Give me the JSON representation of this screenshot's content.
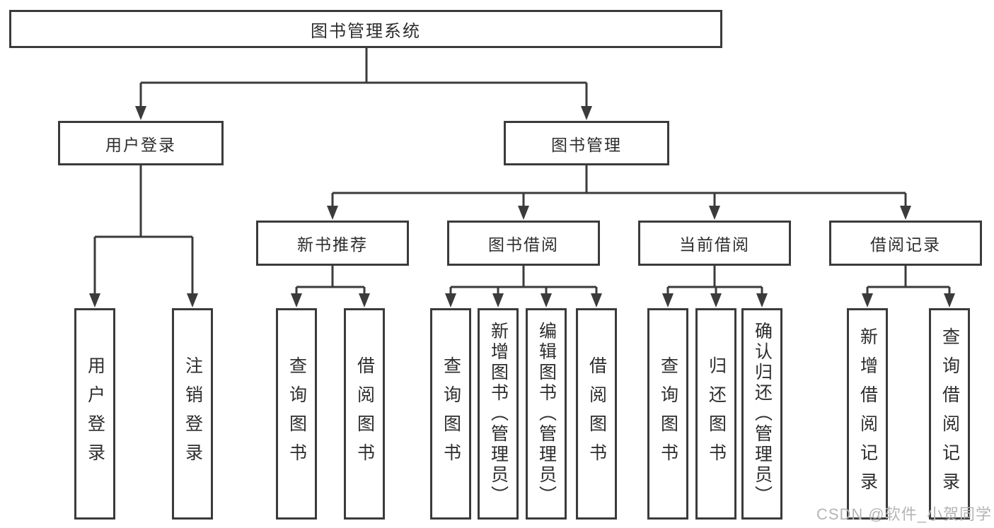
{
  "diagram": {
    "type": "tree",
    "watermark": "CSDN @软件_小贺同学",
    "colors": {
      "line": "#3b3b3b",
      "box_border": "#3b3b3b",
      "box_fill": "#ffffff",
      "text": "#2d2d2d",
      "background": "#ffffff",
      "watermark": "#b5b5b5"
    },
    "tree": {
      "label": "图书管理系统",
      "children": [
        {
          "label": "用户登录",
          "children": [
            {
              "label": "用户登录"
            },
            {
              "label": "注销登录"
            }
          ]
        },
        {
          "label": "图书管理",
          "children": [
            {
              "label": "新书推荐",
              "children": [
                {
                  "label": "查询图书"
                },
                {
                  "label": "借阅图书"
                }
              ]
            },
            {
              "label": "图书借阅",
              "children": [
                {
                  "label": "查询图书"
                },
                {
                  "label": "新增图书（管理员）"
                },
                {
                  "label": "编辑图书（管理员）"
                },
                {
                  "label": "借阅图书"
                }
              ]
            },
            {
              "label": "当前借阅",
              "children": [
                {
                  "label": "查询图书"
                },
                {
                  "label": "归还图书"
                },
                {
                  "label": "确认归还（管理员）"
                }
              ]
            },
            {
              "label": "借阅记录",
              "children": [
                {
                  "label": "新增借阅记录"
                },
                {
                  "label": "查询借阅记录"
                }
              ]
            }
          ]
        }
      ]
    }
  }
}
